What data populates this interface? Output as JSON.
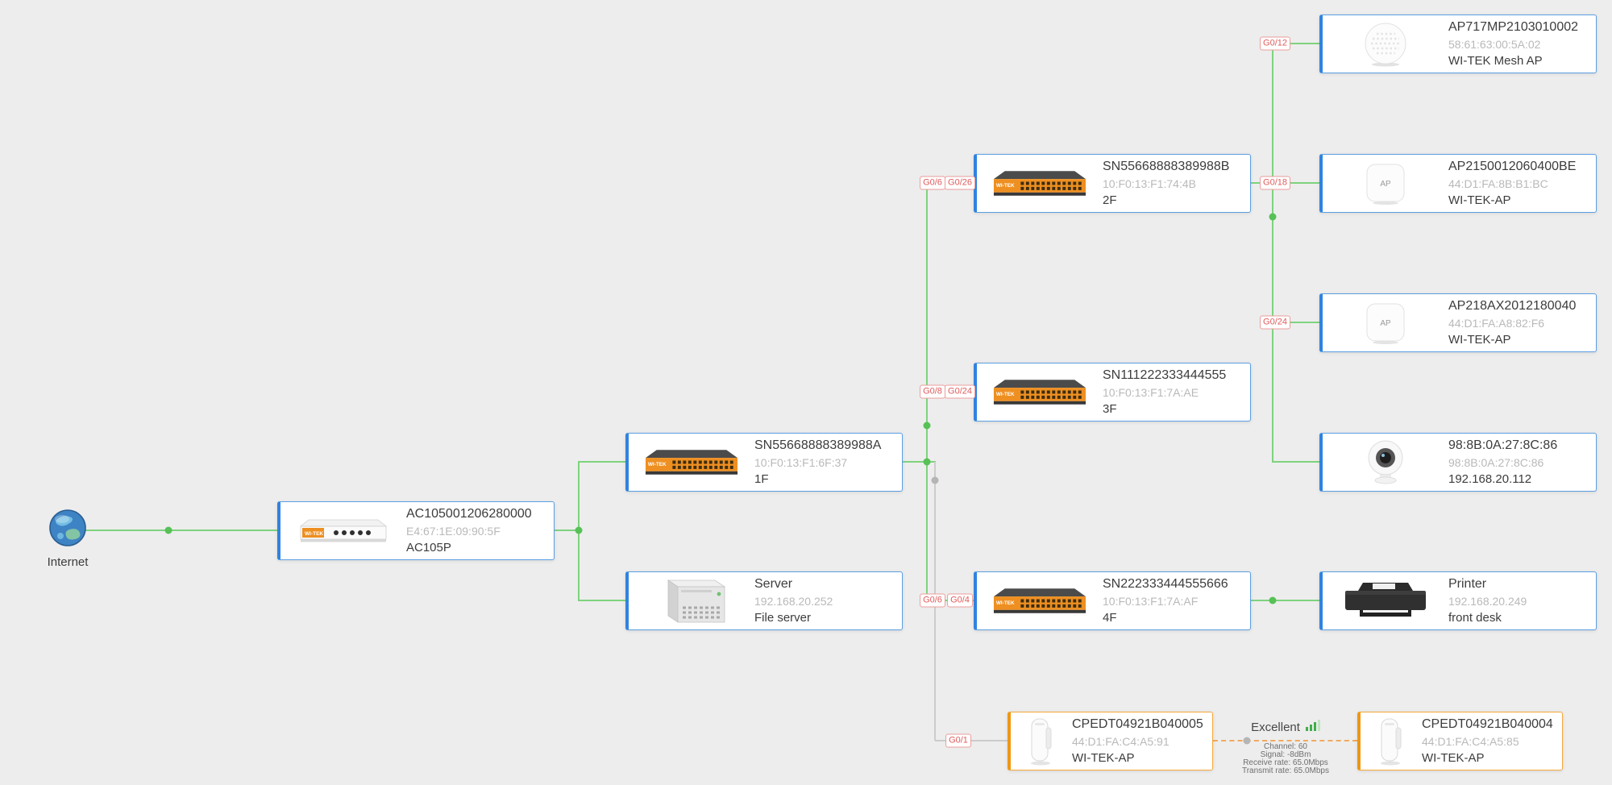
{
  "colors": {
    "background": "#ededed",
    "link_up": "#7ed37e",
    "link_down": "#cccccc",
    "wireless_link": "#f2a95f",
    "card_border_wired": "#2f83e0",
    "card_border_wireless": "#ef9712",
    "port_label_red": "#e05b5b",
    "signal_bars_green": "#3fae49"
  },
  "icons": {
    "ap_badge": "AP",
    "brand": "WI-TEK"
  },
  "internet": {
    "label": "Internet"
  },
  "devices": {
    "ac": {
      "title": "AC105001206280000",
      "sub": "E4:67:1E:09:90:5F",
      "name": "AC105P"
    },
    "sw1f": {
      "title": "SN55668888389988A",
      "sub": "10:F0:13:F1:6F:37",
      "name": "1F"
    },
    "server": {
      "title": "Server",
      "sub": "192.168.20.252",
      "name": "File server"
    },
    "sw2f": {
      "title": "SN55668888389988B",
      "sub": "10:F0:13:F1:74:4B",
      "name": "2F"
    },
    "sw3f": {
      "title": "SN111222333444555",
      "sub": "10:F0:13:F1:7A:AE",
      "name": "3F"
    },
    "sw4f": {
      "title": "SN222333444555666",
      "sub": "10:F0:13:F1:7A:AF",
      "name": "4F"
    },
    "mesh_ap": {
      "title": "AP717MP2103010002",
      "sub": "58:61:63:00:5A:02",
      "name": "WI-TEK Mesh AP"
    },
    "ap2150": {
      "title": "AP2150012060400BE",
      "sub": "44:D1:FA:8B:B1:BC",
      "name": "WI-TEK-AP"
    },
    "ap218ax": {
      "title": "AP218AX2012180040",
      "sub": "44:D1:FA:A8:82:F6",
      "name": "WI-TEK-AP"
    },
    "camera": {
      "title": "98:8B:0A:27:8C:86",
      "sub": "98:8B:0A:27:8C:86",
      "name": "192.168.20.112"
    },
    "printer": {
      "title": "Printer",
      "sub": "192.168.20.249",
      "name": "front desk"
    },
    "cpe5": {
      "title": "CPEDT04921B040005",
      "sub": "44:D1:FA:C4:A5:91",
      "name": "WI-TEK-AP"
    },
    "cpe4": {
      "title": "CPEDT04921B040004",
      "sub": "44:D1:FA:C4:A5:85",
      "name": "WI-TEK-AP"
    }
  },
  "ports": {
    "sw2f_a": "G0/6",
    "sw2f_b": "G0/26",
    "sw3f_a": "G0/8",
    "sw3f_b": "G0/24",
    "sw4f_a": "G0/6",
    "sw4f_b": "G0/4",
    "cpe_uplink": "G0/1",
    "mesh_ap": "G0/12",
    "ap2150": "G0/18",
    "ap218ax": "G0/24"
  },
  "wireless_link": {
    "quality": "Excellent",
    "stats": [
      "Channel: 60",
      "Signal: -8dBm",
      "Receive rate: 65.0Mbps",
      "Transmit rate: 65.0Mbps"
    ]
  }
}
